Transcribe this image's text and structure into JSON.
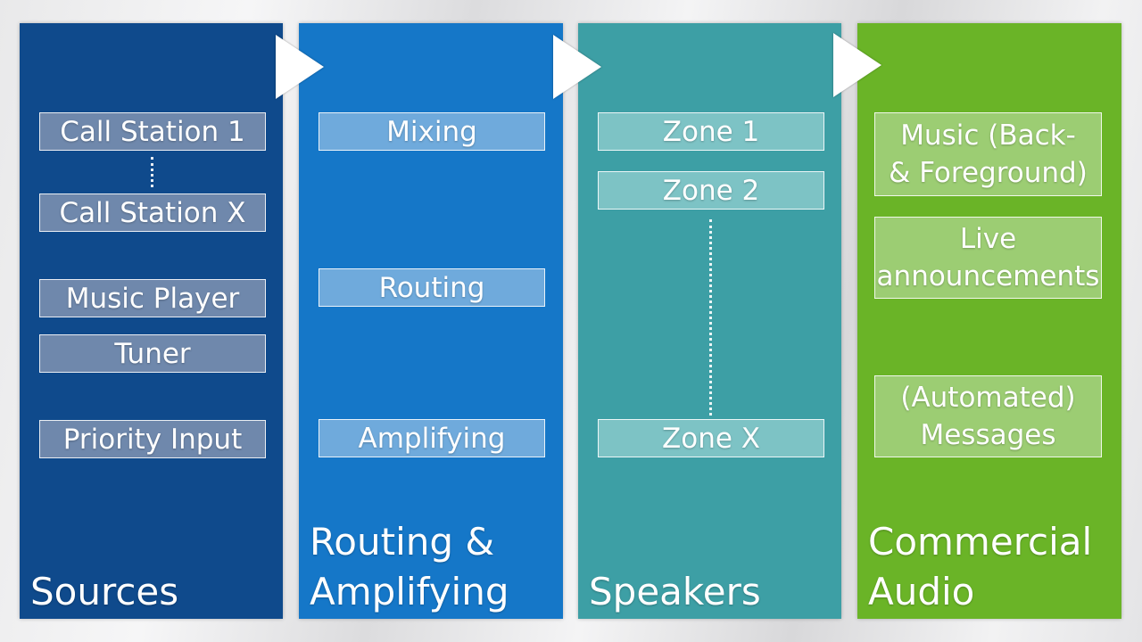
{
  "columns": [
    {
      "title": "Sources",
      "items": [
        "Call Station 1",
        "Call Station X",
        "Music Player",
        "Tuner",
        "Priority Input"
      ]
    },
    {
      "title_line1": "Routing &",
      "title_line2": "Amplifying",
      "items": [
        "Mixing",
        "Routing",
        "Amplifying"
      ]
    },
    {
      "title": "Speakers",
      "items": [
        "Zone 1",
        "Zone 2",
        "Zone X"
      ]
    },
    {
      "title_line1": "Commercial",
      "title_line2": "Audio",
      "items": [
        {
          "line1": "Music (Back-",
          "line2": "& Foreground)"
        },
        {
          "line1": "Live",
          "line2": "announcements"
        },
        {
          "line1": "(Automated)",
          "line2": "Messages"
        }
      ]
    }
  ],
  "colors": {
    "sources": "#0f4a8c",
    "routing": "#1577c8",
    "speakers": "#3d9fa5",
    "commercial": "#6ab427"
  }
}
